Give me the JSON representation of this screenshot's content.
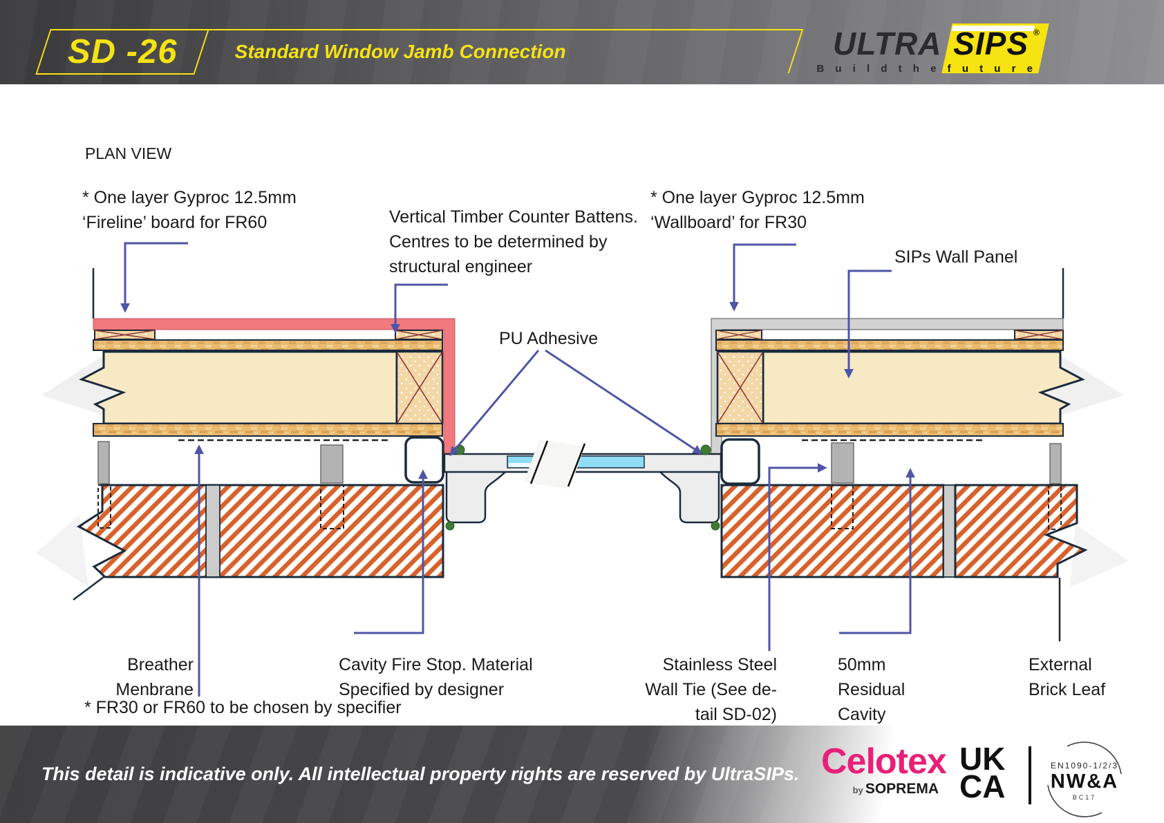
{
  "sheet": {
    "code": "SD -26",
    "title": "Standard Window Jamb Connection"
  },
  "brand": {
    "word1": "ULTRA",
    "word2": "SIPS",
    "reg": "®",
    "tagline_left": "B u i l d   t h e",
    "tagline_right": "f u t u r e"
  },
  "view_label": "PLAN VIEW",
  "annotations": {
    "fireline": "* One layer Gyproc 12.5mm\n‘Fireline’ board for FR60",
    "battens": "Vertical Timber Counter Battens.\nCentres to be determined by\nstructural engineer",
    "wallboard": "* One layer Gyproc 12.5mm\n‘Wallboard’ for FR30",
    "sips_panel": "SIPs Wall Panel",
    "pu_adhesive": "PU Adhesive",
    "breather": "Breather\nMenbrane",
    "cavity_stop": "Cavity Fire Stop. Material\nSpecified by designer",
    "wall_tie": "Stainless Steel\nWall Tie (See de-\ntail SD-02)",
    "residual_cavity": "50mm\nResidual\nCavity",
    "brick_leaf": "External\nBrick Leaf",
    "note": "* FR30 or FR60 to be chosen by specifier"
  },
  "footer": {
    "disclaimer": "This detail is indicative only. All intellectual property rights are reserved by UltraSIPs.",
    "celotex": "Celotex",
    "by": "by",
    "soprema": "SOPREMA",
    "ukca_line1": "UK",
    "ukca_line2": "CA",
    "en_standard": "EN1090-1/2/3",
    "nwa": "NW&A",
    "bc": "BC17"
  },
  "colors": {
    "accent_yellow": "#f6e312",
    "leader_indigo": "#4f55a5",
    "board_pink": "#f2797e",
    "board_grey": "#d3d3d3",
    "brick_orange": "#d8622c",
    "core_cream": "#f7e9c4",
    "celotex_pink": "#e82078",
    "adhesive_green": "#3f7b33"
  }
}
